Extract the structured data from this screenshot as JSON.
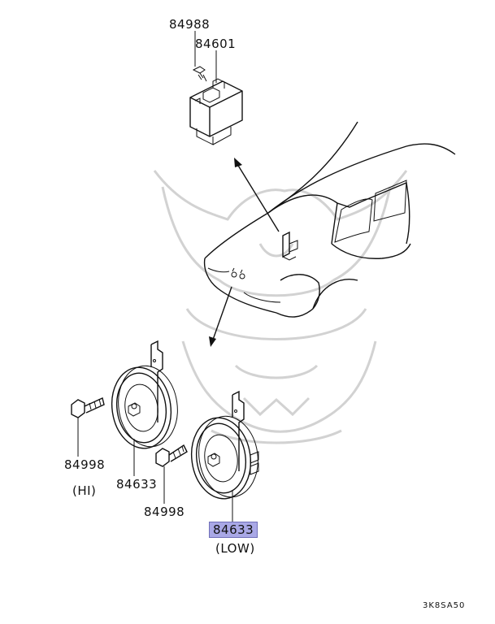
{
  "labels": {
    "clip_part": "84988",
    "relay_part": "84601",
    "bolt_hi_part": "84998",
    "horn_hi_part": "84633",
    "bolt_low_part": "84998",
    "horn_low_part": "84633",
    "hi_caption": "(HI)",
    "low_caption": "(LOW)",
    "diagram_code": "3K8SA50"
  },
  "colors": {
    "highlight": "#a9a8e6",
    "line": "#111111",
    "watermark": "#d2d2d2"
  }
}
